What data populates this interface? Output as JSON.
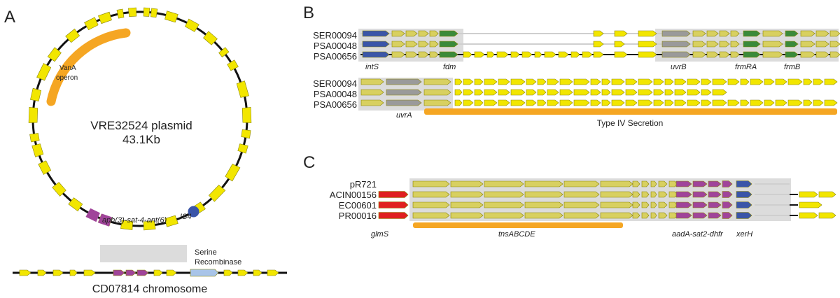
{
  "panelA": {
    "label": "A",
    "plasmid_name": "VRE32524 plasmid",
    "plasmid_size": "43.1Kb",
    "vana_label_1": "VanA",
    "vana_label_2": "operon",
    "aph_label": "aph(3)-sat-4-ant(6)",
    "is4_label": "IS4",
    "serine_label_1": "Serine",
    "serine_label_2": "Recombinase",
    "chromosome_label": "CD07814 chromosome"
  },
  "panelB": {
    "label": "B",
    "top_strains": [
      "SER00094",
      "PSA00048",
      "PSA00656"
    ],
    "top_genes": [
      "intS",
      "fdm",
      "uvrB",
      "frmRA",
      "frmB"
    ],
    "bottom_strains": [
      "SER00094",
      "PSA00048",
      "PSA00656"
    ],
    "bottom_gene": "uvrA",
    "region_label": "Type IV Secretion"
  },
  "panelC": {
    "label": "C",
    "strains": [
      "pR721",
      "ACIN00156",
      "EC00601",
      "PR00016"
    ],
    "genes": [
      "glmS",
      "tnsABCDE",
      "aadA-sat2-dhfr",
      "xerH"
    ]
  },
  "colors": {
    "gene_yellow": "#f2e600",
    "gene_olive": "#d8d060",
    "gene_purple": "#a0449a",
    "gene_blue": "#3a55a8",
    "gene_green": "#3a8a3a",
    "gene_gray": "#9a9a9a",
    "gene_red": "#e02020",
    "gene_lightblue": "#a8c4e8",
    "operon_orange": "#f5a623",
    "shade_gray": "#dcdcdc",
    "backbone_black": "#111111"
  }
}
